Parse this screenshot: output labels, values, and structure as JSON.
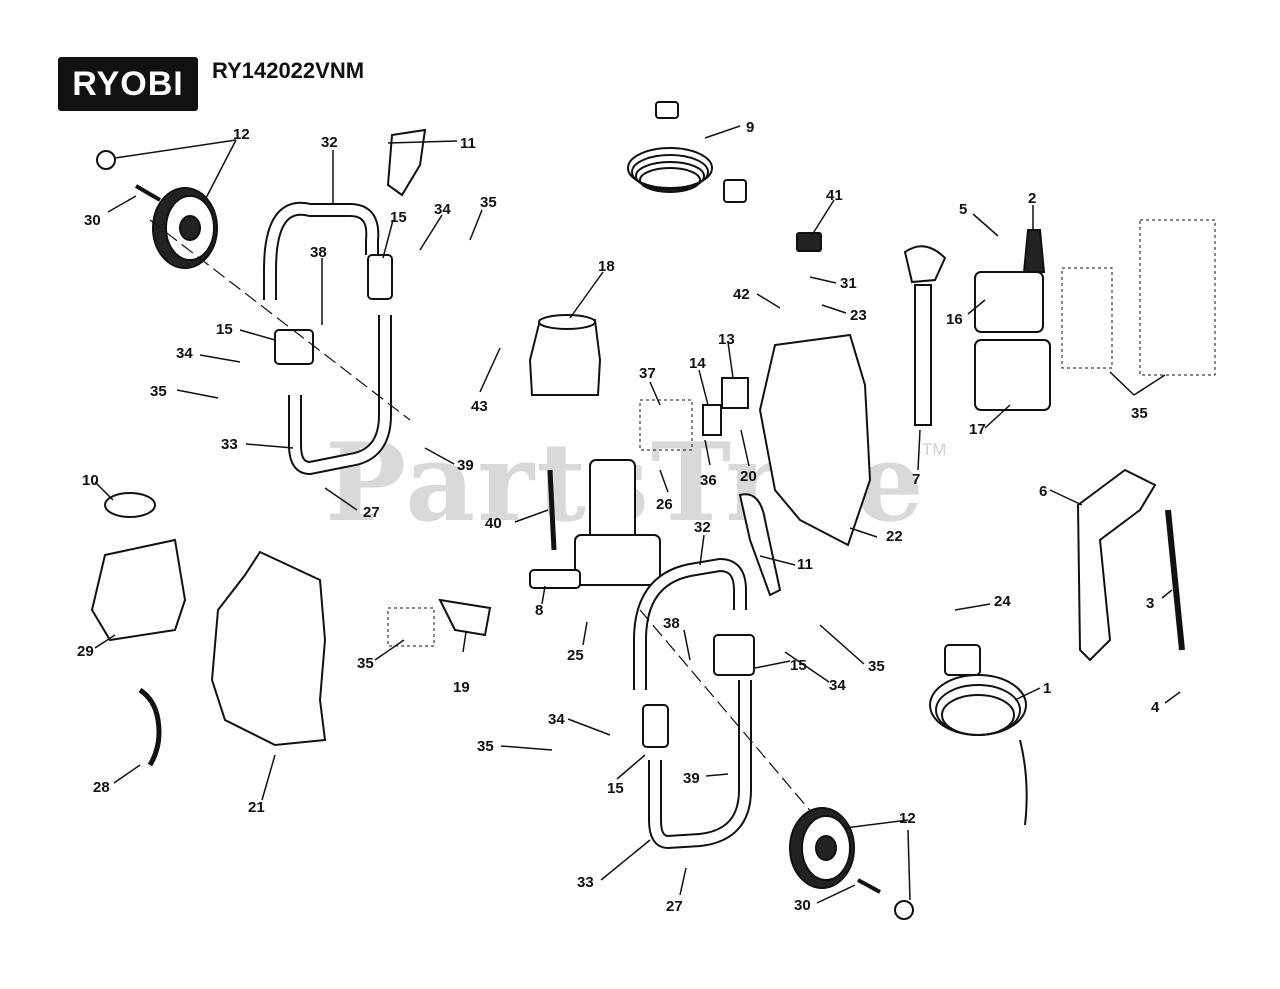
{
  "brand": "RYOBI",
  "model": "RY142022VNM",
  "watermark": {
    "text": "PartsTree",
    "tm": "TM"
  },
  "callouts": [
    "1",
    "2",
    "3",
    "4",
    "5",
    "6",
    "7",
    "8",
    "9",
    "10",
    "11",
    "12",
    "13",
    "14",
    "15",
    "16",
    "17",
    "18",
    "19",
    "20",
    "21",
    "22",
    "23",
    "24",
    "25",
    "26",
    "27",
    "28",
    "29",
    "30",
    "31",
    "32",
    "33",
    "34",
    "35",
    "36",
    "37",
    "38",
    "39",
    "40",
    "41",
    "42",
    "43"
  ]
}
